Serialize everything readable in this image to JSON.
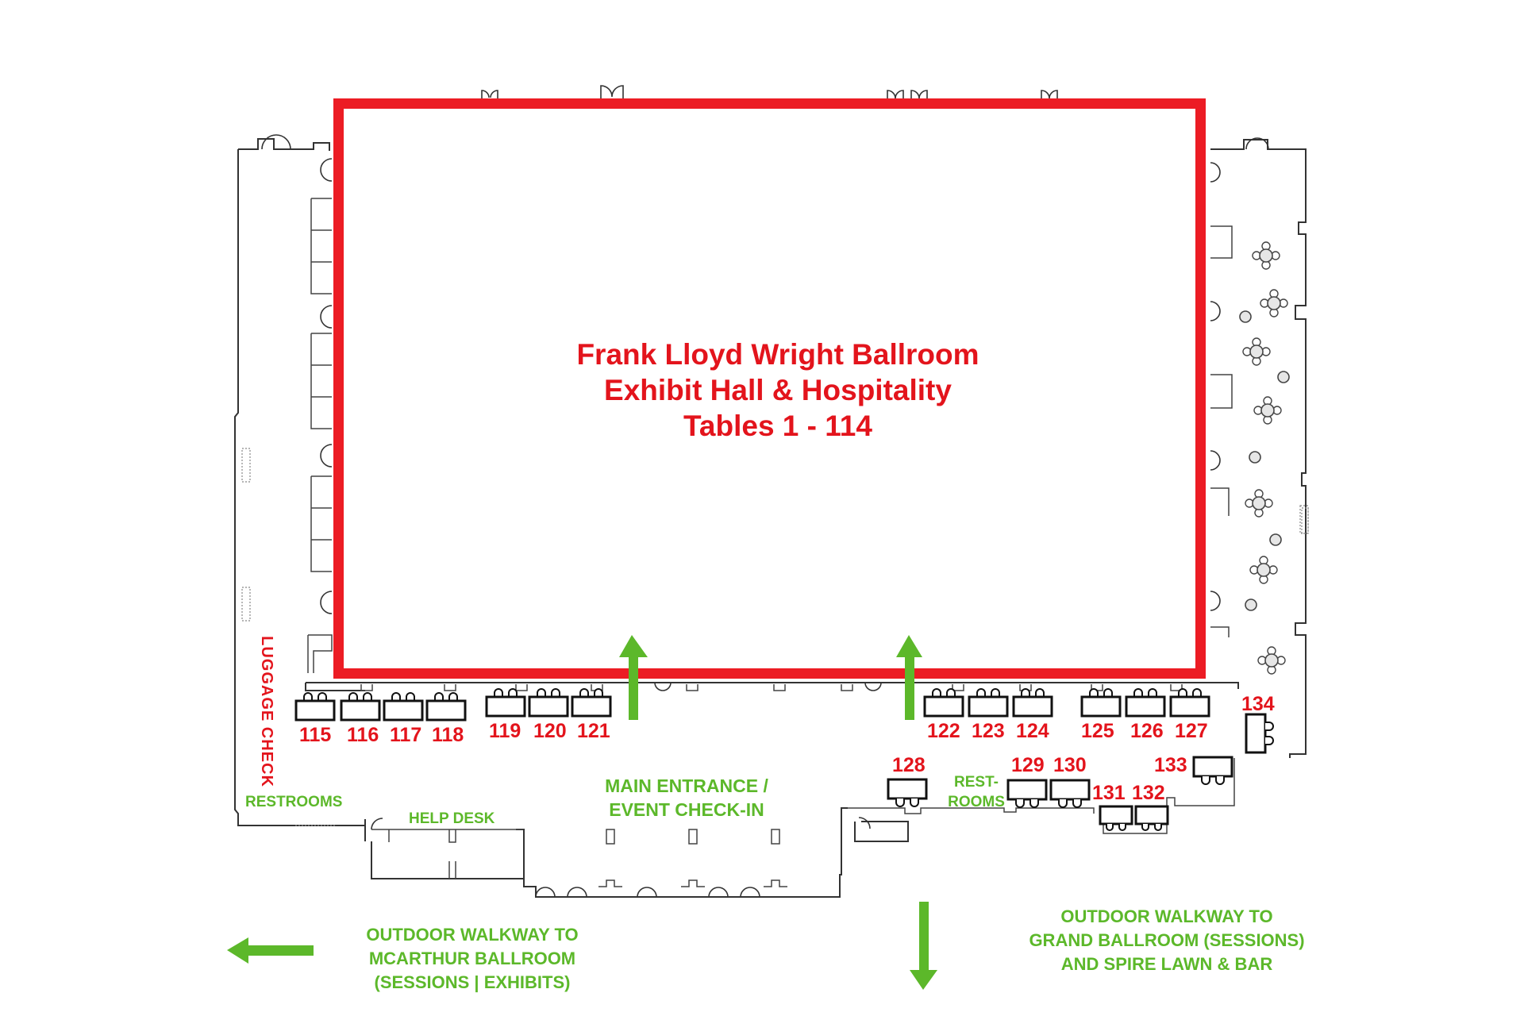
{
  "map": {
    "title_lines": [
      "Frank Lloyd Wright Ballroom",
      "Exhibit Hall & Hospitality",
      "Tables 1 - 114"
    ],
    "colors": {
      "hall_border": "#ec1c24",
      "table_label": "#e3141c",
      "wayfinding": "#5cb82a"
    },
    "tables": [
      {
        "num": "115"
      },
      {
        "num": "116"
      },
      {
        "num": "117"
      },
      {
        "num": "118"
      },
      {
        "num": "119"
      },
      {
        "num": "120"
      },
      {
        "num": "121"
      },
      {
        "num": "122"
      },
      {
        "num": "123"
      },
      {
        "num": "124"
      },
      {
        "num": "125"
      },
      {
        "num": "126"
      },
      {
        "num": "127"
      },
      {
        "num": "128"
      },
      {
        "num": "129"
      },
      {
        "num": "130"
      },
      {
        "num": "131"
      },
      {
        "num": "132"
      },
      {
        "num": "133"
      },
      {
        "num": "134"
      }
    ],
    "labels": {
      "luggage_check": "LUGGAGE  CHECK",
      "restrooms_left": "RESTROOMS",
      "restrooms_right_1": "REST-",
      "restrooms_right_2": "ROOMS",
      "help_desk": "HELP DESK",
      "main_entrance_1": "MAIN ENTRANCE /",
      "main_entrance_2": "EVENT CHECK-IN"
    },
    "walkway_left": {
      "direction": "arrow-left",
      "lines": [
        "OUTDOOR WALKWAY TO",
        "MCARTHUR BALLROOM",
        "(SESSIONS  |  EXHIBITS)"
      ]
    },
    "walkway_right": {
      "direction": "arrow-down",
      "lines": [
        "OUTDOOR WALKWAY TO",
        "GRAND BALLROOM  (SESSIONS)",
        "AND SPIRE LAWN & BAR"
      ]
    },
    "entry_arrows": [
      "arrow-up",
      "arrow-up"
    ]
  }
}
